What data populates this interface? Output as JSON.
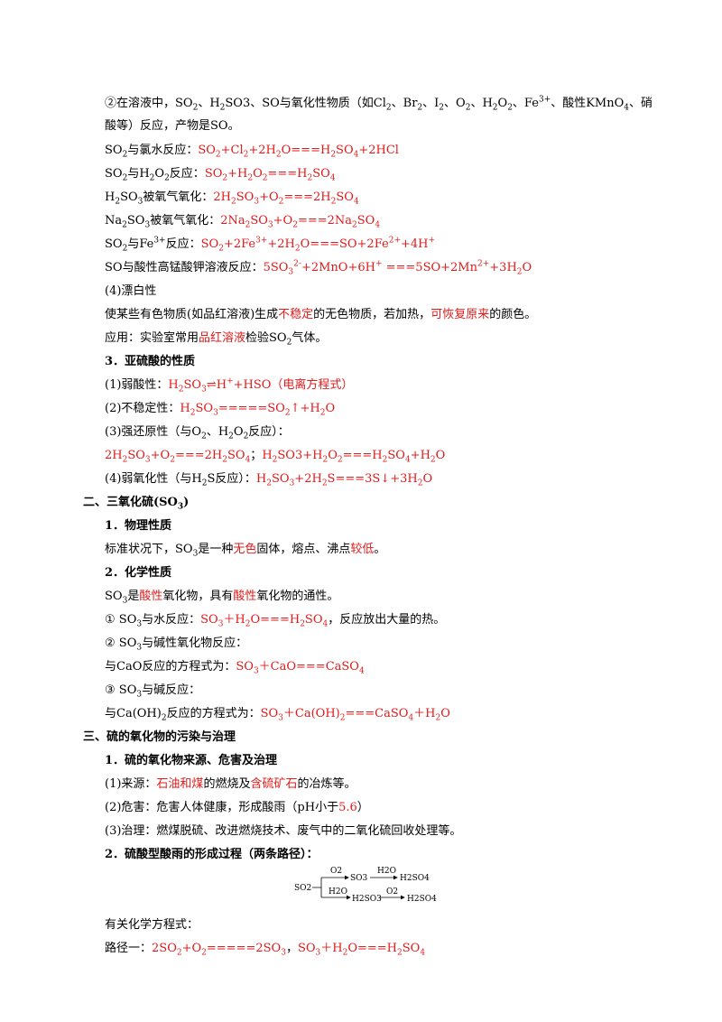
{
  "lines": [
    {
      "segs": [
        {
          "t": "②在溶液中，SO"
        },
        {
          "t": "2",
          "sub": 1
        },
        {
          "t": "、H"
        },
        {
          "t": "2",
          "sub": 1
        },
        {
          "t": "SO3、SO与氧化性物质（如Cl"
        },
        {
          "t": "2",
          "sub": 1
        },
        {
          "t": "、Br"
        },
        {
          "t": "2",
          "sub": 1
        },
        {
          "t": "、I"
        },
        {
          "t": "2",
          "sub": 1
        },
        {
          "t": "、O"
        },
        {
          "t": "2",
          "sub": 1
        },
        {
          "t": "、H"
        },
        {
          "t": "2",
          "sub": 1
        },
        {
          "t": "O"
        },
        {
          "t": "2",
          "sub": 1
        },
        {
          "t": "、Fe"
        },
        {
          "t": "3+",
          "sup": 1
        },
        {
          "t": "、酸性KMnO"
        },
        {
          "t": "4",
          "sub": 1
        },
        {
          "t": "、硝"
        }
      ]
    },
    {
      "segs": [
        {
          "t": "酸等）反应，产物是SO。"
        }
      ]
    },
    {
      "segs": [
        {
          "t": "SO"
        },
        {
          "t": "2",
          "sub": 1
        },
        {
          "t": "与氯水反应："
        },
        {
          "t": "SO",
          "r": 1
        },
        {
          "t": "2",
          "sub": 1,
          "r": 1
        },
        {
          "t": "+Cl",
          "r": 1
        },
        {
          "t": "2",
          "sub": 1,
          "r": 1
        },
        {
          "t": "+2H",
          "r": 1
        },
        {
          "t": "2",
          "sub": 1,
          "r": 1
        },
        {
          "t": "O===H",
          "r": 1
        },
        {
          "t": "2",
          "sub": 1,
          "r": 1
        },
        {
          "t": "SO",
          "r": 1
        },
        {
          "t": "4",
          "sub": 1,
          "r": 1
        },
        {
          "t": "+2HCl",
          "r": 1
        }
      ]
    },
    {
      "segs": [
        {
          "t": "SO"
        },
        {
          "t": "2",
          "sub": 1
        },
        {
          "t": "与H"
        },
        {
          "t": "2",
          "sub": 1
        },
        {
          "t": "O"
        },
        {
          "t": "2",
          "sub": 1
        },
        {
          "t": "反应："
        },
        {
          "t": "SO",
          "r": 1
        },
        {
          "t": "2",
          "sub": 1,
          "r": 1
        },
        {
          "t": "+H",
          "r": 1
        },
        {
          "t": "2",
          "sub": 1,
          "r": 1
        },
        {
          "t": "O",
          "r": 1
        },
        {
          "t": "2",
          "sub": 1,
          "r": 1
        },
        {
          "t": "===H",
          "r": 1
        },
        {
          "t": "2",
          "sub": 1,
          "r": 1
        },
        {
          "t": "SO",
          "r": 1
        },
        {
          "t": "4",
          "sub": 1,
          "r": 1
        }
      ]
    },
    {
      "segs": [
        {
          "t": "H"
        },
        {
          "t": "2",
          "sub": 1
        },
        {
          "t": "SO"
        },
        {
          "t": "3",
          "sub": 1
        },
        {
          "t": "被氧气氧化："
        },
        {
          "t": "2H",
          "r": 1
        },
        {
          "t": "2",
          "sub": 1,
          "r": 1
        },
        {
          "t": "SO",
          "r": 1
        },
        {
          "t": "3",
          "sub": 1,
          "r": 1
        },
        {
          "t": "+O",
          "r": 1
        },
        {
          "t": "2",
          "sub": 1,
          "r": 1
        },
        {
          "t": "===2H",
          "r": 1
        },
        {
          "t": "2",
          "sub": 1,
          "r": 1
        },
        {
          "t": "SO",
          "r": 1
        },
        {
          "t": "4",
          "sub": 1,
          "r": 1
        }
      ]
    },
    {
      "segs": [
        {
          "t": "Na"
        },
        {
          "t": "2",
          "sub": 1
        },
        {
          "t": "SO"
        },
        {
          "t": "3",
          "sub": 1
        },
        {
          "t": "被氧气氧化："
        },
        {
          "t": "2Na",
          "r": 1
        },
        {
          "t": "2",
          "sub": 1,
          "r": 1
        },
        {
          "t": "SO",
          "r": 1
        },
        {
          "t": "3",
          "sub": 1,
          "r": 1
        },
        {
          "t": "+O",
          "r": 1
        },
        {
          "t": "2",
          "sub": 1,
          "r": 1
        },
        {
          "t": "===2Na",
          "r": 1
        },
        {
          "t": "2",
          "sub": 1,
          "r": 1
        },
        {
          "t": "SO",
          "r": 1
        },
        {
          "t": "4",
          "sub": 1,
          "r": 1
        }
      ]
    },
    {
      "segs": [
        {
          "t": "SO"
        },
        {
          "t": "2",
          "sub": 1
        },
        {
          "t": "与Fe"
        },
        {
          "t": "3+",
          "sup": 1
        },
        {
          "t": "反应："
        },
        {
          "t": "SO",
          "r": 1
        },
        {
          "t": "2",
          "sub": 1,
          "r": 1
        },
        {
          "t": "+2Fe",
          "r": 1
        },
        {
          "t": "3+",
          "sup": 1,
          "r": 1
        },
        {
          "t": "+2H",
          "r": 1
        },
        {
          "t": "2",
          "sub": 1,
          "r": 1
        },
        {
          "t": "O===SO+2Fe",
          "r": 1
        },
        {
          "t": "2+",
          "sup": 1,
          "r": 1
        },
        {
          "t": "+4H",
          "r": 1
        },
        {
          "t": "+",
          "sup": 1,
          "r": 1
        }
      ]
    },
    {
      "segs": [
        {
          "t": "SO与酸性高锰酸钾溶液反应："
        },
        {
          "t": "5SO",
          "r": 1
        },
        {
          "t": "3",
          "sub": 1,
          "r": 1
        },
        {
          "t": "2-",
          "sup": 1,
          "r": 1
        },
        {
          "t": "+2MnO+6H",
          "r": 1
        },
        {
          "t": "+",
          "sup": 1,
          "r": 1
        },
        {
          "t": " ===5SO+2Mn",
          "r": 1
        },
        {
          "t": "2+",
          "sup": 1,
          "r": 1
        },
        {
          "t": "+3H",
          "r": 1
        },
        {
          "t": "2",
          "sub": 1,
          "r": 1
        },
        {
          "t": "O",
          "r": 1
        }
      ]
    },
    {
      "segs": [
        {
          "t": "(4)漂白性"
        }
      ]
    },
    {
      "segs": [
        {
          "t": "使某些有色物质(如品红溶液)生成"
        },
        {
          "t": "不稳定",
          "r": 1
        },
        {
          "t": "的无色物质，若加热，"
        },
        {
          "t": "可恢复原来",
          "r": 1
        },
        {
          "t": "的颜色。"
        }
      ]
    },
    {
      "segs": [
        {
          "t": "应用：实验室常用"
        },
        {
          "t": "品红溶液",
          "r": 1
        },
        {
          "t": "检验SO"
        },
        {
          "t": "2",
          "sub": 1
        },
        {
          "t": "气体。"
        }
      ]
    },
    {
      "segs": [
        {
          "t": "3．亚硫酸的性质",
          "b": 1
        }
      ]
    },
    {
      "segs": [
        {
          "t": "(1)弱酸性："
        },
        {
          "t": "H",
          "r": 1
        },
        {
          "t": "2",
          "sub": 1,
          "r": 1
        },
        {
          "t": "SO",
          "r": 1
        },
        {
          "t": "3",
          "sub": 1,
          "r": 1
        },
        {
          "t": "⇌",
          "r": 1
        },
        {
          "t": "H",
          "r": 1
        },
        {
          "t": "+",
          "sup": 1,
          "r": 1
        },
        {
          "t": "+HSO（电离方程式）",
          "r": 1
        }
      ]
    },
    {
      "segs": [
        {
          "t": "(2)不稳定性："
        },
        {
          "t": "H",
          "r": 1
        },
        {
          "t": "2",
          "sub": 1,
          "r": 1
        },
        {
          "t": "SO",
          "r": 1
        },
        {
          "t": "3",
          "sub": 1,
          "r": 1
        },
        {
          "t": "=====SO",
          "r": 1
        },
        {
          "t": "2",
          "sub": 1,
          "r": 1
        },
        {
          "t": "↑+H",
          "r": 1
        },
        {
          "t": "2",
          "sub": 1,
          "r": 1
        },
        {
          "t": "O",
          "r": 1
        }
      ]
    },
    {
      "segs": [
        {
          "t": "(3)强还原性（与O"
        },
        {
          "t": "2",
          "sub": 1
        },
        {
          "t": "、H"
        },
        {
          "t": "2",
          "sub": 1
        },
        {
          "t": "O"
        },
        {
          "t": "2",
          "sub": 1
        },
        {
          "t": "反应）："
        }
      ]
    },
    {
      "segs": [
        {
          "t": "2H",
          "r": 1
        },
        {
          "t": "2",
          "sub": 1,
          "r": 1
        },
        {
          "t": "SO",
          "r": 1
        },
        {
          "t": "3",
          "sub": 1,
          "r": 1
        },
        {
          "t": "+O",
          "r": 1
        },
        {
          "t": "2",
          "sub": 1,
          "r": 1
        },
        {
          "t": "===2H",
          "r": 1
        },
        {
          "t": "2",
          "sub": 1,
          "r": 1
        },
        {
          "t": "SO",
          "r": 1
        },
        {
          "t": "4",
          "sub": 1,
          "r": 1
        },
        {
          "t": "；"
        },
        {
          "t": "H",
          "r": 1
        },
        {
          "t": "2",
          "sub": 1,
          "r": 1
        },
        {
          "t": "SO3+H",
          "r": 1
        },
        {
          "t": "2",
          "sub": 1,
          "r": 1
        },
        {
          "t": "O",
          "r": 1
        },
        {
          "t": "2",
          "sub": 1,
          "r": 1
        },
        {
          "t": "===H",
          "r": 1
        },
        {
          "t": "2",
          "sub": 1,
          "r": 1
        },
        {
          "t": "SO",
          "r": 1
        },
        {
          "t": "4",
          "sub": 1,
          "r": 1
        },
        {
          "t": "+H",
          "r": 1
        },
        {
          "t": "2",
          "sub": 1,
          "r": 1
        },
        {
          "t": "O",
          "r": 1
        }
      ]
    },
    {
      "segs": [
        {
          "t": "(4)弱氧化性（与H"
        },
        {
          "t": "2",
          "sub": 1
        },
        {
          "t": "S反应）："
        },
        {
          "t": "H",
          "r": 1
        },
        {
          "t": "2",
          "sub": 1,
          "r": 1
        },
        {
          "t": "SO",
          "r": 1
        },
        {
          "t": "3",
          "sub": 1,
          "r": 1
        },
        {
          "t": "+2H",
          "r": 1
        },
        {
          "t": "2",
          "sub": 1,
          "r": 1
        },
        {
          "t": "S===3S↓+3H",
          "r": 1
        },
        {
          "t": "2",
          "sub": 1,
          "r": 1
        },
        {
          "t": "O",
          "r": 1
        }
      ]
    },
    {
      "segs": [
        {
          "t": "二、三氧化硫(SO",
          "b": 1
        },
        {
          "t": "3",
          "sub": 1,
          "b": 1
        },
        {
          "t": ")",
          "b": 1
        }
      ]
    },
    {
      "segs": [
        {
          "t": "1．物理性质",
          "b": 1
        }
      ]
    },
    {
      "segs": [
        {
          "t": "标准状况下，SO"
        },
        {
          "t": "3",
          "sub": 1
        },
        {
          "t": "是一种"
        },
        {
          "t": "无色",
          "r": 1
        },
        {
          "t": "固体，熔点、沸点"
        },
        {
          "t": "较低",
          "r": 1
        },
        {
          "t": "。"
        }
      ]
    },
    {
      "segs": [
        {
          "t": "2．化学性质",
          "b": 1
        }
      ]
    },
    {
      "segs": [
        {
          "t": "SO"
        },
        {
          "t": "3",
          "sub": 1
        },
        {
          "t": "是"
        },
        {
          "t": "酸性",
          "r": 1
        },
        {
          "t": "氧化物，具有"
        },
        {
          "t": "酸性",
          "r": 1
        },
        {
          "t": "氧化物的通性。"
        }
      ]
    },
    {
      "segs": [
        {
          "t": "① SO"
        },
        {
          "t": "3",
          "sub": 1
        },
        {
          "t": "与水反应："
        },
        {
          "t": "SO",
          "r": 1
        },
        {
          "t": "3",
          "sub": 1,
          "r": 1
        },
        {
          "t": "＋H",
          "r": 1
        },
        {
          "t": "2",
          "sub": 1,
          "r": 1
        },
        {
          "t": "O===H",
          "r": 1
        },
        {
          "t": "2",
          "sub": 1,
          "r": 1
        },
        {
          "t": "SO",
          "r": 1
        },
        {
          "t": "4",
          "sub": 1,
          "r": 1
        },
        {
          "t": "，反应放出大量的热。"
        }
      ]
    },
    {
      "segs": [
        {
          "t": "② SO"
        },
        {
          "t": "3",
          "sub": 1
        },
        {
          "t": "与碱性氧化物反应："
        }
      ]
    },
    {
      "segs": [
        {
          "t": "与CaO反应的方程式为："
        },
        {
          "t": "SO",
          "r": 1
        },
        {
          "t": "3",
          "sub": 1,
          "r": 1
        },
        {
          "t": "＋CaO===CaSO",
          "r": 1
        },
        {
          "t": "4",
          "sub": 1,
          "r": 1
        }
      ]
    },
    {
      "segs": [
        {
          "t": "③ SO"
        },
        {
          "t": "3",
          "sub": 1
        },
        {
          "t": "与碱反应："
        }
      ]
    },
    {
      "segs": [
        {
          "t": "与Ca(OH)"
        },
        {
          "t": "2",
          "sub": 1
        },
        {
          "t": "反应的方程式为："
        },
        {
          "t": "SO",
          "r": 1
        },
        {
          "t": "3",
          "sub": 1,
          "r": 1
        },
        {
          "t": "＋Ca(OH)",
          "r": 1
        },
        {
          "t": "2",
          "sub": 1,
          "r": 1
        },
        {
          "t": "===CaSO",
          "r": 1
        },
        {
          "t": "4",
          "sub": 1,
          "r": 1
        },
        {
          "t": "＋H",
          "r": 1
        },
        {
          "t": "2",
          "sub": 1,
          "r": 1
        },
        {
          "t": "O",
          "r": 1
        }
      ]
    },
    {
      "segs": [
        {
          "t": "三、硫的氧化物的污染与治理",
          "b": 1
        }
      ]
    },
    {
      "segs": [
        {
          "t": "1．硫的氧化物来源、危害及治理",
          "b": 1
        }
      ]
    },
    {
      "segs": [
        {
          "t": "(1)来源："
        },
        {
          "t": "石油和煤",
          "r": 1
        },
        {
          "t": "的燃烧及"
        },
        {
          "t": "含硫矿石",
          "r": 1
        },
        {
          "t": "的冶炼等。"
        }
      ]
    },
    {
      "segs": [
        {
          "t": "(2)危害：危害人体健康，形成酸雨（pH小于"
        },
        {
          "t": "5.6",
          "r": 1
        },
        {
          "t": "）"
        }
      ]
    },
    {
      "segs": [
        {
          "t": "(3)治理：燃煤脱硫、改进燃烧技术、废气中的二氧化硫回收处理等。"
        }
      ]
    },
    {
      "segs": [
        {
          "t": "2．硫酸型酸雨的形成过程（两条路径）：",
          "b": 1
        }
      ]
    },
    {
      "segs": [
        {
          "t": "有关化学方程式："
        }
      ]
    },
    {
      "segs": [
        {
          "t": "路径一："
        },
        {
          "t": "2SO",
          "r": 1
        },
        {
          "t": "2",
          "sub": 1,
          "r": 1
        },
        {
          "t": "+O",
          "r": 1
        },
        {
          "t": "2",
          "sub": 1,
          "r": 1
        },
        {
          "t": "=====2SO",
          "r": 1
        },
        {
          "t": "3",
          "sub": 1,
          "r": 1
        },
        {
          "t": "，"
        },
        {
          "t": "SO",
          "r": 1
        },
        {
          "t": "3",
          "sub": 1,
          "r": 1
        },
        {
          "t": "＋H",
          "r": 1
        },
        {
          "t": "2",
          "sub": 1,
          "r": 1
        },
        {
          "t": "O===H",
          "r": 1
        },
        {
          "t": "2",
          "sub": 1,
          "r": 1
        },
        {
          "t": "SO",
          "r": 1
        },
        {
          "t": "4",
          "sub": 1,
          "r": 1
        }
      ]
    }
  ],
  "diagram": {
    "start": "SO2",
    "path1": {
      "reagent1": "O2",
      "mid": "SO3",
      "reagent2": "H2O",
      "end": "H2SO4"
    },
    "path2": {
      "reagent1": "H2O",
      "mid": "H2SO3",
      "reagent2": "O2",
      "end": "H2SO4"
    }
  }
}
